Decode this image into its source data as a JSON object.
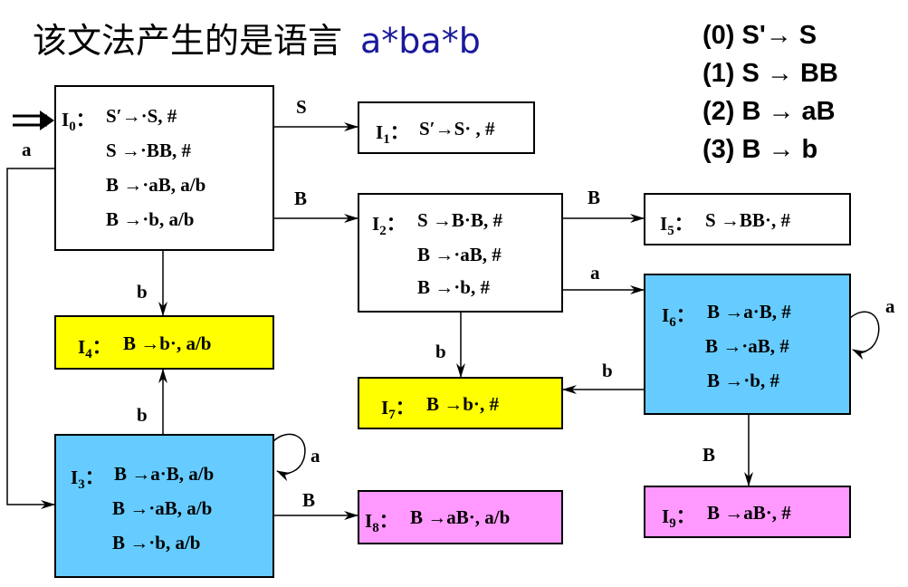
{
  "title": {
    "text": "该文法产生的是语言",
    "language": "a*ba*b"
  },
  "grammar": [
    "(0) S'→ S",
    "(1) S → BB",
    "(2) B → aB",
    "(3) B → b"
  ],
  "states": {
    "I0": {
      "label": "I",
      "index": "0",
      "items": [
        "S′→·S,      #",
        "S →·BB,   #",
        "B →·aB,  a/b",
        "B →·b,    a/b"
      ]
    },
    "I1": {
      "label": "I",
      "index": "1",
      "items": [
        "S′→S· ,  #"
      ]
    },
    "I2": {
      "label": "I",
      "index": "2",
      "items": [
        "S →B·B,  #",
        "B →·aB,   #",
        "B →·b,     #"
      ]
    },
    "I3": {
      "label": "I",
      "index": "3",
      "items": [
        "B →a·B,  a/b",
        "B →·aB,  a/b",
        "B →·b,     a/b"
      ]
    },
    "I4": {
      "label": "I",
      "index": "4",
      "items": [
        "B →b·,  a/b"
      ]
    },
    "I5": {
      "label": "I",
      "index": "5",
      "items": [
        "S →BB·,  #"
      ]
    },
    "I6": {
      "label": "I",
      "index": "6",
      "items": [
        "B →a·B,  #",
        "B →·aB,  #",
        "B →·b,     #"
      ]
    },
    "I7": {
      "label": "I",
      "index": "7",
      "items": [
        "B →b·,  #"
      ]
    },
    "I8": {
      "label": "I",
      "index": "8",
      "items": [
        "B →aB·,  a/b"
      ]
    },
    "I9": {
      "label": "I",
      "index": "9",
      "items": [
        "B →aB·,  #"
      ]
    }
  },
  "edges": {
    "I0_I1": "S",
    "I0_I2": "B",
    "I0_I4": "b",
    "I0_I3": "a",
    "I2_I5": "B",
    "I2_I6": "a",
    "I2_I7": "b",
    "I3_I4": "b",
    "I3_I3": "a",
    "I3_I8": "B",
    "I6_I6": "a",
    "I6_I7": "b",
    "I6_I9": "B"
  },
  "colors": {
    "yellow": "#ffff00",
    "blue": "#66ccff",
    "pink": "#ff99ff",
    "language": "#1a1a9c"
  }
}
